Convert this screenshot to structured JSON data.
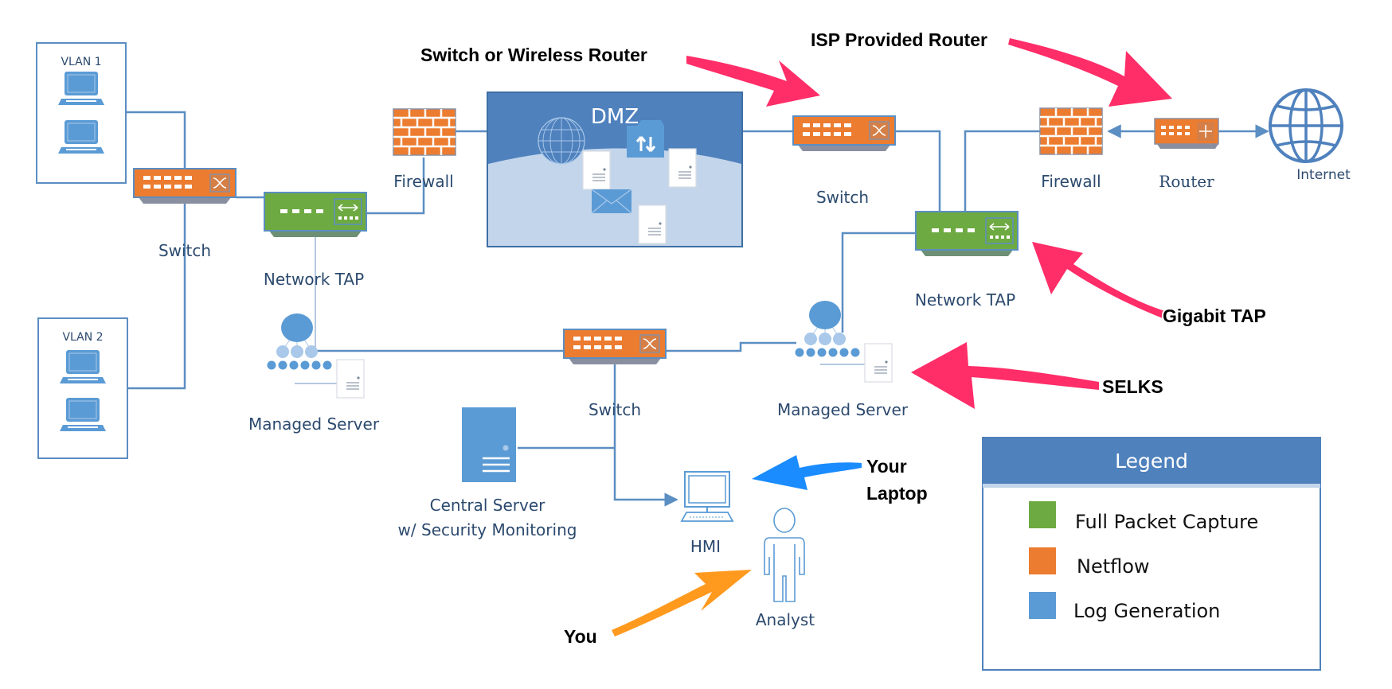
{
  "colors": {
    "netflow": "#ec7c30",
    "full_packet_capture": "#6eaa42",
    "log_generation": "#5b9bd5",
    "wire": "#5b8ec2",
    "dmz_dark": "#4f81bd",
    "dmz_light": "#c3d5ea",
    "callout_pink": "#ff2d68",
    "callout_blue": "#1a8cff",
    "callout_orange": "#ff9a1f",
    "label_text": "#2c4a6e"
  },
  "vlans": [
    {
      "label": "VLAN 1"
    },
    {
      "label": "VLAN 2"
    }
  ],
  "nodes": {
    "switch_left": {
      "label": "Switch",
      "type": "netflow-switch"
    },
    "tap_left": {
      "label": "Network TAP",
      "type": "full-packet-capture-tap"
    },
    "firewall_left": {
      "label": "Firewall",
      "type": "firewall"
    },
    "dmz": {
      "label": "DMZ"
    },
    "switch_top": {
      "label": "Switch",
      "type": "netflow-switch"
    },
    "tap_right": {
      "label": "Network TAP",
      "type": "full-packet-capture-tap"
    },
    "firewall_right": {
      "label": "Firewall",
      "type": "firewall"
    },
    "router": {
      "label": "Router",
      "type": "netflow-router"
    },
    "internet": {
      "label": "Internet",
      "type": "globe"
    },
    "managed_server_left": {
      "label": "Managed Server"
    },
    "switch_center": {
      "label": "Switch",
      "type": "netflow-switch"
    },
    "managed_server_right": {
      "label": "Managed Server"
    },
    "central_server": {
      "label_line1": "Central Server",
      "label_line2": "w/ Security Monitoring"
    },
    "hmi": {
      "label": "HMI"
    },
    "analyst": {
      "label": "Analyst"
    }
  },
  "callouts": {
    "switch_or_wireless": "Switch or Wireless Router",
    "isp_router": "ISP Provided Router",
    "gigabit_tap": "Gigabit TAP",
    "selks": "SELKS",
    "your_laptop_line1": "Your",
    "your_laptop_line2": "Laptop",
    "you": "You"
  },
  "legend": {
    "title": "Legend",
    "items": [
      {
        "label": "Full Packet Capture",
        "color": "#6eaa42"
      },
      {
        "label": "Netflow",
        "color": "#ec7c30"
      },
      {
        "label": "Log Generation",
        "color": "#5b9bd5"
      }
    ]
  }
}
